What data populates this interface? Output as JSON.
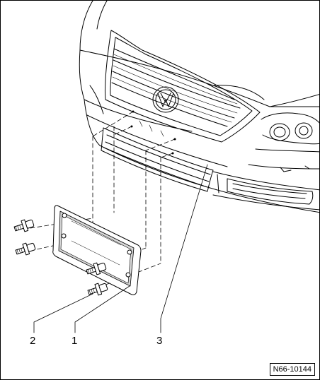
{
  "callouts": {
    "c1": "1",
    "c2": "2",
    "c3": "3"
  },
  "figure_ref": "N66-10144",
  "colors": {
    "line": "#000000",
    "background": "#ffffff",
    "shade": "#d8d8d8"
  }
}
